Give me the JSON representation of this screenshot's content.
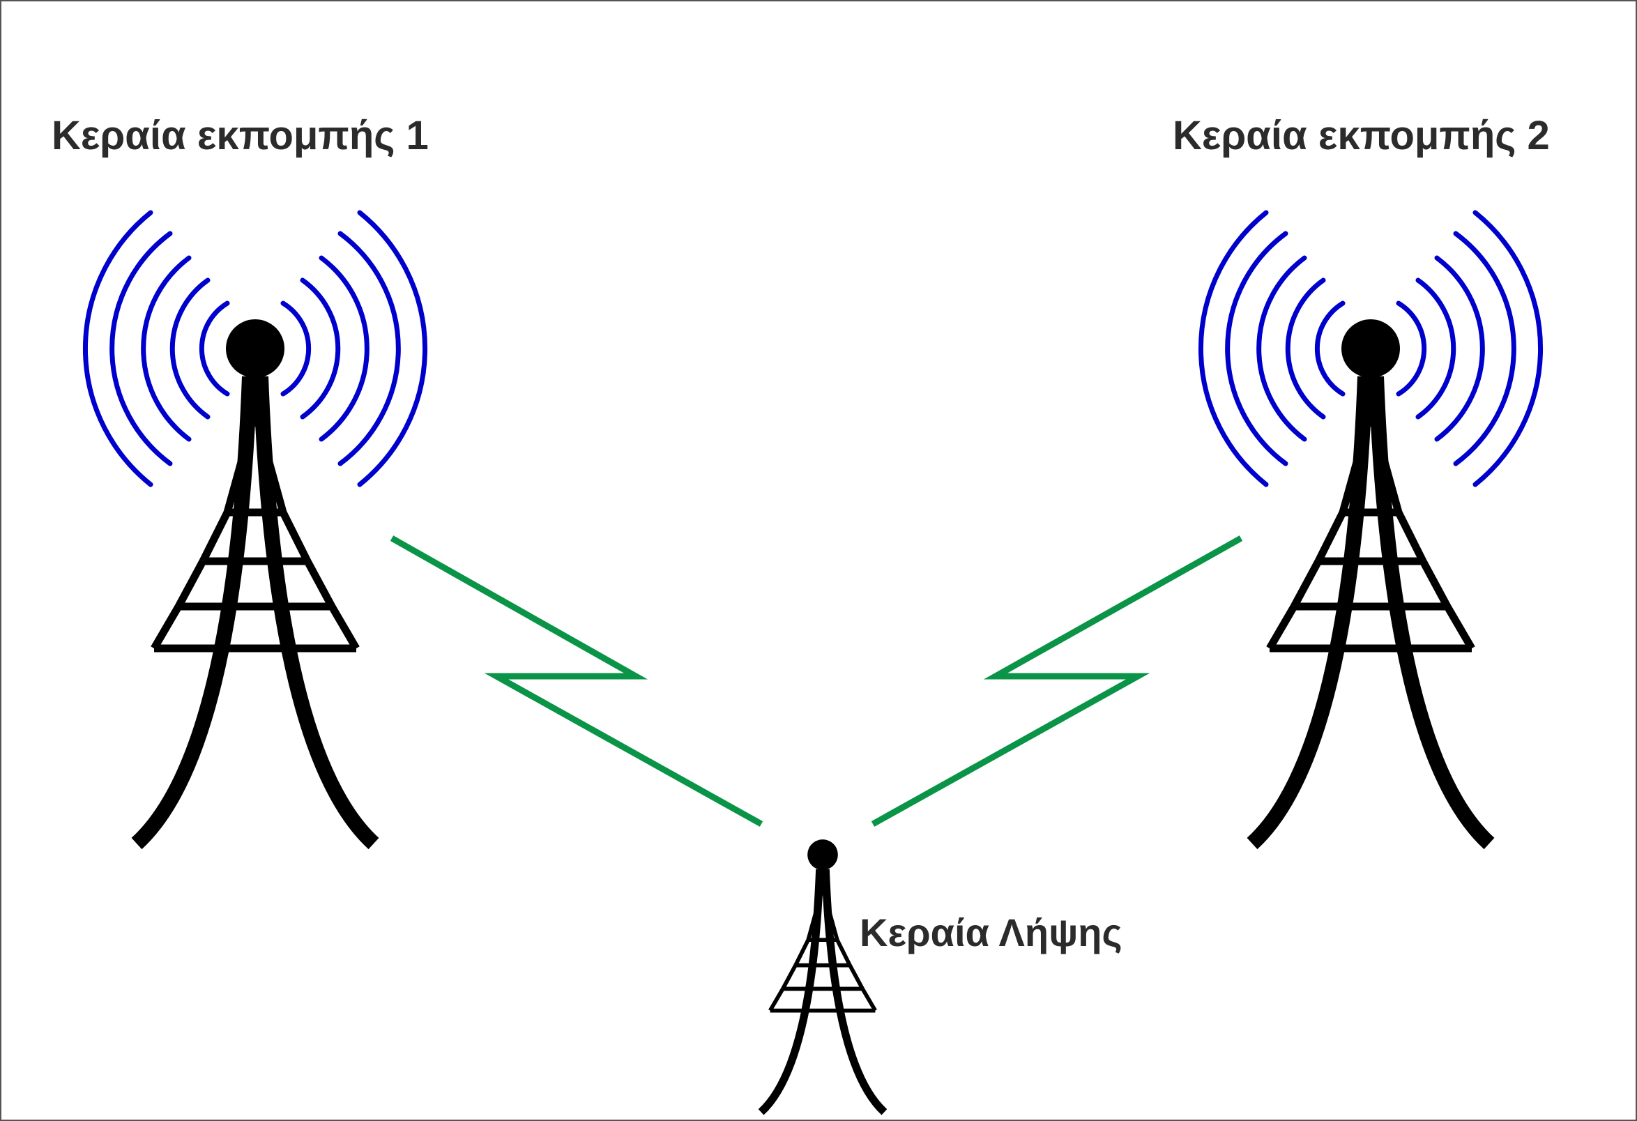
{
  "labels": {
    "transmitter_1": "Κεραία εκπομπής 1",
    "transmitter_2": "Κεραία εκπομπής 2",
    "receiver": "Κεραία Λήψης"
  },
  "colors": {
    "tower": "#000000",
    "waves": "#0000cc",
    "signal": "#0a9447",
    "text": "#2b2b2b",
    "border": "#555555"
  },
  "icons": {
    "transmitter": "radio-tower-icon",
    "receiver": "antenna-icon",
    "waves": "radio-waves-icon",
    "link": "lightning-link-icon"
  }
}
